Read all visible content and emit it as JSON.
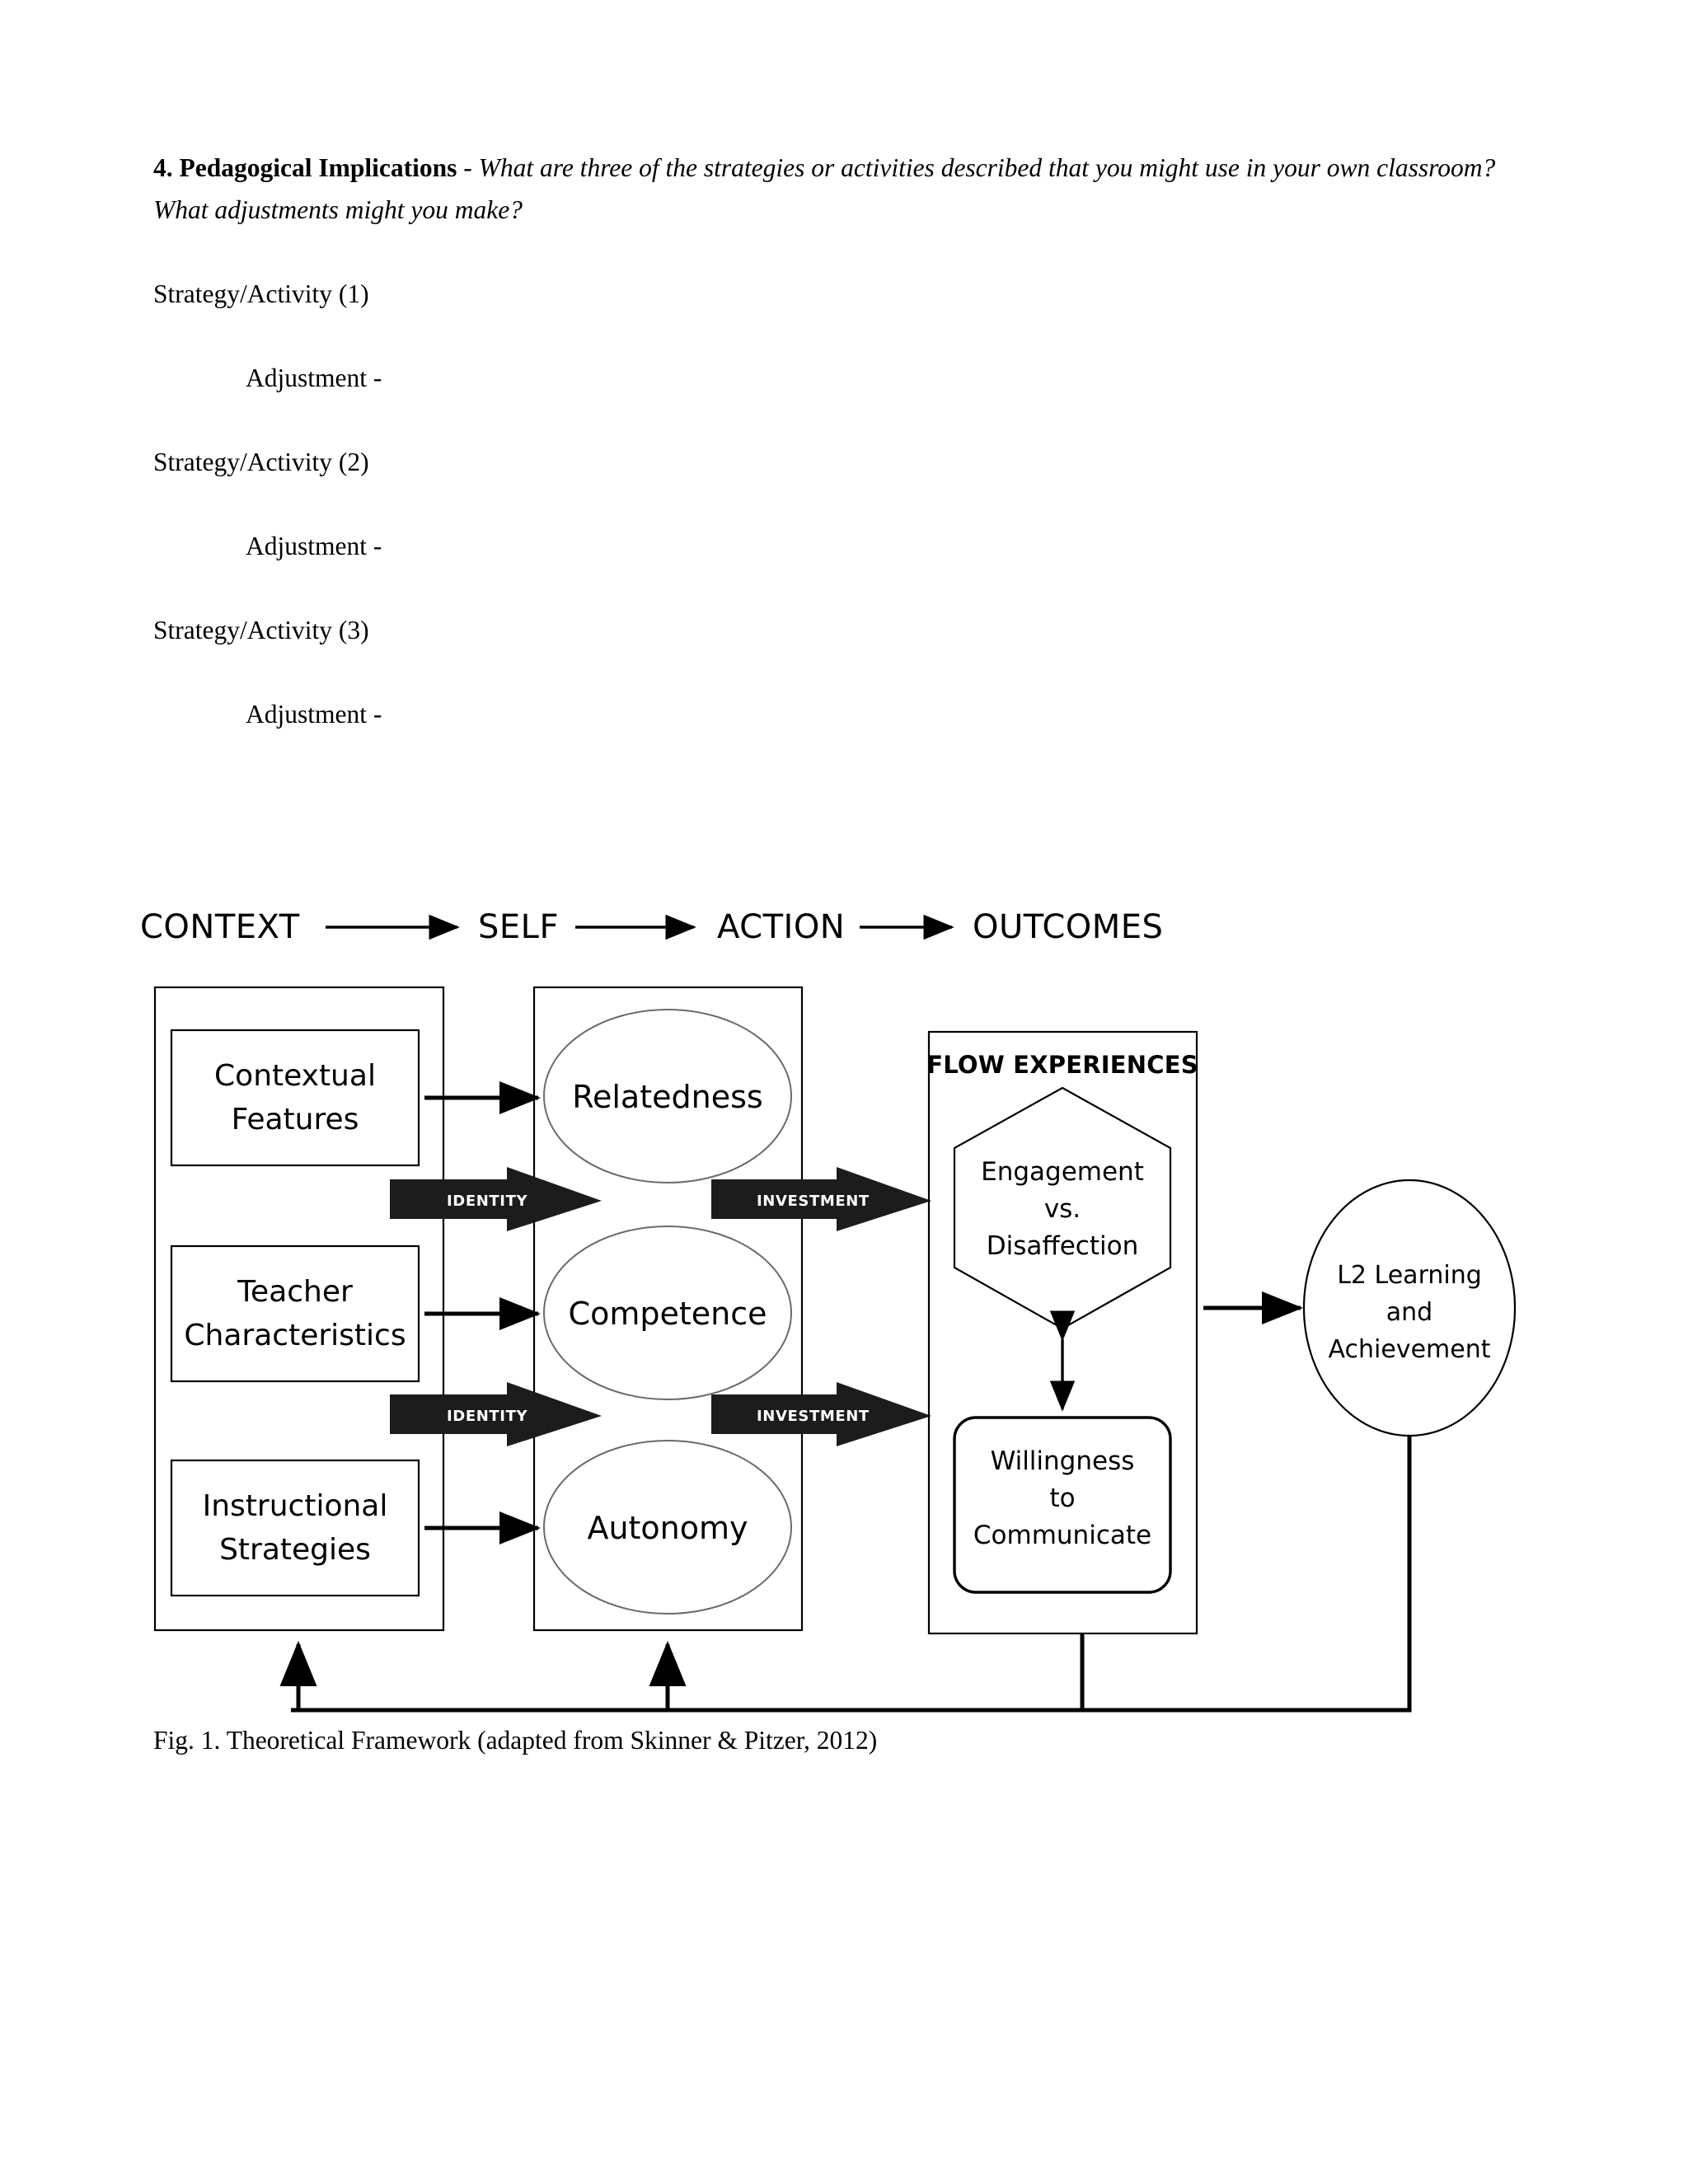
{
  "document": {
    "question": {
      "number": "4. Pedagogical Implications",
      "separator": " - ",
      "prompt": "What are three of the strategies or activities described that you might use in your own classroom? What adjustments might you make?"
    },
    "entries": [
      {
        "strategy": "Strategy/Activity (1)",
        "adjustment": "Adjustment -"
      },
      {
        "strategy": "Strategy/Activity (2)",
        "adjustment": "Adjustment -"
      },
      {
        "strategy": "Strategy/Activity (3)",
        "adjustment": "Adjustment -"
      }
    ],
    "figure_caption": "Fig. 1. Theoretical Framework (adapted from Skinner & Pitzer, 2012)"
  },
  "figure": {
    "stage_headers": [
      "CONTEXT",
      "SELF",
      "ACTION",
      "OUTCOMES"
    ],
    "context_boxes": [
      {
        "line1": "Contextual",
        "line2": "Features"
      },
      {
        "line1": "Teacher",
        "line2": "Characteristics"
      },
      {
        "line1": "Instructional",
        "line2": "Strategies"
      }
    ],
    "self_ellipses": [
      "Relatedness",
      "Competence",
      "Autonomy"
    ],
    "identity_bands": [
      "IDENTITY",
      "IDENTITY"
    ],
    "investment_bands": [
      "INVESTMENT",
      "INVESTMENT"
    ],
    "action": {
      "title": "FLOW EXPERIENCES",
      "hexagon": {
        "line1": "Engagement",
        "line2": "vs.",
        "line3": "Disaffection"
      },
      "rounded_box": {
        "line1": "Willingness",
        "line2": "to",
        "line3": "Communicate"
      }
    },
    "outcome_circle": {
      "line1": "L2 Learning",
      "line2": "and",
      "line3": "Achievement"
    },
    "colors": {
      "ink": "#000000",
      "band_fill": "#1c1c1c",
      "band_text": "#ffffff",
      "ellipse_stroke": "#6b6b6b",
      "page_background": "#ffffff"
    }
  }
}
